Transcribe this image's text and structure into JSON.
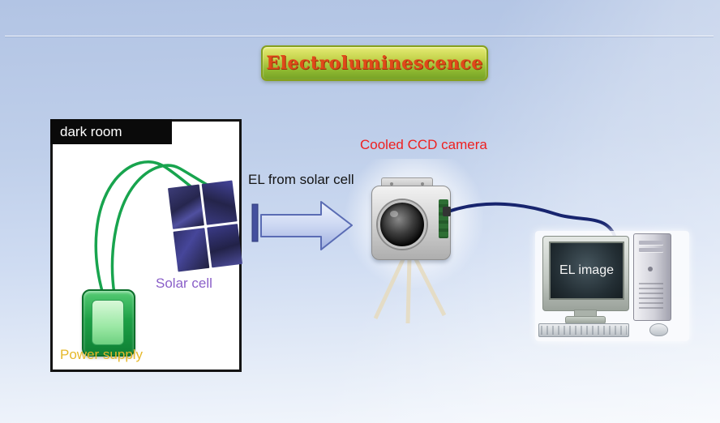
{
  "title": {
    "text": "Electroluminescence"
  },
  "labels": {
    "dark_room": "dark room",
    "solar_cell": "Solar cell",
    "power_supply": "Power supply",
    "el_from_solar_cell": "EL from solar cell",
    "cooled_ccd_camera": "Cooled CCD camera",
    "el_image": "EL image"
  },
  "colors": {
    "background_top": "#b2c4e4",
    "background_bottom": "#f2f6fc",
    "title_text": "#e0491a",
    "title_banner_top": "#e6ec74",
    "title_banner_bottom": "#76a226",
    "title_banner_border": "#86a01e",
    "dark_room_header_bg": "#0a0a0a",
    "solar_cell_label": "#8a5fc8",
    "power_supply_label": "#e6b82a",
    "cooled_ccd_camera_label": "#ee2020",
    "el_from_solar_cell_label": "#141414",
    "wire_green": "#18a44e",
    "cable_navy": "#17246e",
    "arrow_fill_light": "#eef3fd",
    "arrow_fill_dark": "#9fb0e0",
    "arrow_stroke": "#5a6cb4"
  }
}
